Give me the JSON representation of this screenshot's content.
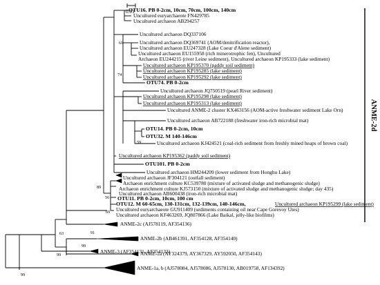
{
  "scale_bar": {
    "label": "0.01"
  },
  "clade_label": "ANME-2d",
  "tips": [
    {
      "id": "t1",
      "text": "OTU16. PB 0-2cm, 10cm, 70cm, 100cm, 140cm",
      "bold": true
    },
    {
      "id": "t2",
      "text": "Uncultured euryarchaeote FN429785"
    },
    {
      "id": "t3",
      "text": "Uncultured archaeon AB294257"
    },
    {
      "id": "t4",
      "text": "Uncultured archaeon DQ337106"
    },
    {
      "id": "t5",
      "text": "Uncultured archaeon  DQ369741 (AOM/denitrification reactor),"
    },
    {
      "id": "t6",
      "text": "Uncultured archaeon EU247328 (Lake Coeur d'Alene sediment)"
    },
    {
      "id": "t7",
      "text": "Uncultured archaeon EU155958 (rich minerotrophic fen), Uncultured"
    },
    {
      "id": "t7b",
      "text": "Archaeon EU244215 (river Leine sediment), Uncultured archaeon KP195333 (lake sediment)"
    },
    {
      "id": "t8",
      "text": "Uncultured archaeon KP195370 (paddy soil sediment)",
      "underline": true
    },
    {
      "id": "t9",
      "text": "Uncultured archaeon KP195285 (lake sediment)",
      "underline": true
    },
    {
      "id": "t10",
      "text": "Uncultured archaeon KP195292 (lake sediment)",
      "underline": true
    },
    {
      "id": "t11",
      "text": "OTU74. PB 0-2cm",
      "bold": true
    },
    {
      "id": "t12",
      "text": "Uncultured archaeon JQ750519 (pearl River sediment)"
    },
    {
      "id": "t13",
      "text": "Uncultured archaeon KP195298 (lake sediment)",
      "underline": true
    },
    {
      "id": "t14",
      "text": "Uncultured archaeon KP195313 (lake sediment)",
      "underline": true
    },
    {
      "id": "t15",
      "text": "Uncultured ANME-2 cluster KX463156 (AOM-active freshwater sediment Lake Orn)"
    },
    {
      "id": "t16",
      "text": "Uncultured archaeon AB722188 (freshwater iron-rich microbial mat)"
    },
    {
      "id": "t17",
      "text": "OTU14. PB 0-2cm, 10cm",
      "bold": true
    },
    {
      "id": "t18",
      "text": "OTU32. M 140-146cm",
      "bold": true
    },
    {
      "id": "t19",
      "text": "Uncultured archaeon KJ424521 (coal-rich sediment from freshly mined heaps of brown coal)"
    },
    {
      "id": "t20",
      "text": "Uncultured archaeon KP195362 (paddy soil sediment)",
      "underline": true
    },
    {
      "id": "t21",
      "text": "OTU101. PB 0-2cm",
      "bold": true
    },
    {
      "id": "t22",
      "text": "Uncultured archaeon HM244209 (lower sediment from Honghu Lake)"
    },
    {
      "id": "t23",
      "text": "Uncultured archaeon JF304121 (outfall sediment)"
    },
    {
      "id": "t24",
      "text": "Archaeon enrichment culture KC539780 (mixture of activated sludge and methanogenic sludge)"
    },
    {
      "id": "t25",
      "text": "Archaeon enrichment culture KJ573150 (mixture of activated sludge and methanogenic sludge; day 435)"
    },
    {
      "id": "t26",
      "text": "Uncultured archaeon AB600438 (iron-rich microbial mat)"
    },
    {
      "id": "t27",
      "text": "OTU11. PB 0-2cm, 10cm, 100 cm",
      "bold": true
    },
    {
      "id": "t28",
      "text": "OTU12. M 60-65cm, 130-131cm, 132-139cm, 140-146cm,",
      "bold": true
    },
    {
      "id": "t28b",
      "text": "Uncultured archaeon KP195299 (lake sediment)",
      "underline": true
    },
    {
      "id": "t29",
      "text": "Uncultured euryarchaeote GU911409 (sediments containing oil near Cape Gorevoy Utes)"
    },
    {
      "id": "t30",
      "text": "Uncultured archaeon KF463269, JQ807866 (Lake Baikal, jelly-like biofilms)"
    },
    {
      "id": "t31",
      "text": "ANME-2c (AJ578119, AF354136)"
    },
    {
      "id": "t32",
      "text": "ANME-2b (AB461391, AF354128, AF354140)"
    },
    {
      "id": "t33",
      "text": "ANME-2a (AY324379, AY367329, AY592050, AF354143)"
    },
    {
      "id": "t34",
      "text": "ANME-3 (AF354131, AF354133)"
    },
    {
      "id": "t35",
      "text": "ANME-1a, b (AJ578084, AJ578086, AJ578130, AB019758, AF134392)"
    }
  ],
  "bootstrap_values": [
    "61",
    "74",
    "59",
    "89",
    "56",
    "69",
    "63",
    "91",
    "99",
    "99",
    "99"
  ]
}
